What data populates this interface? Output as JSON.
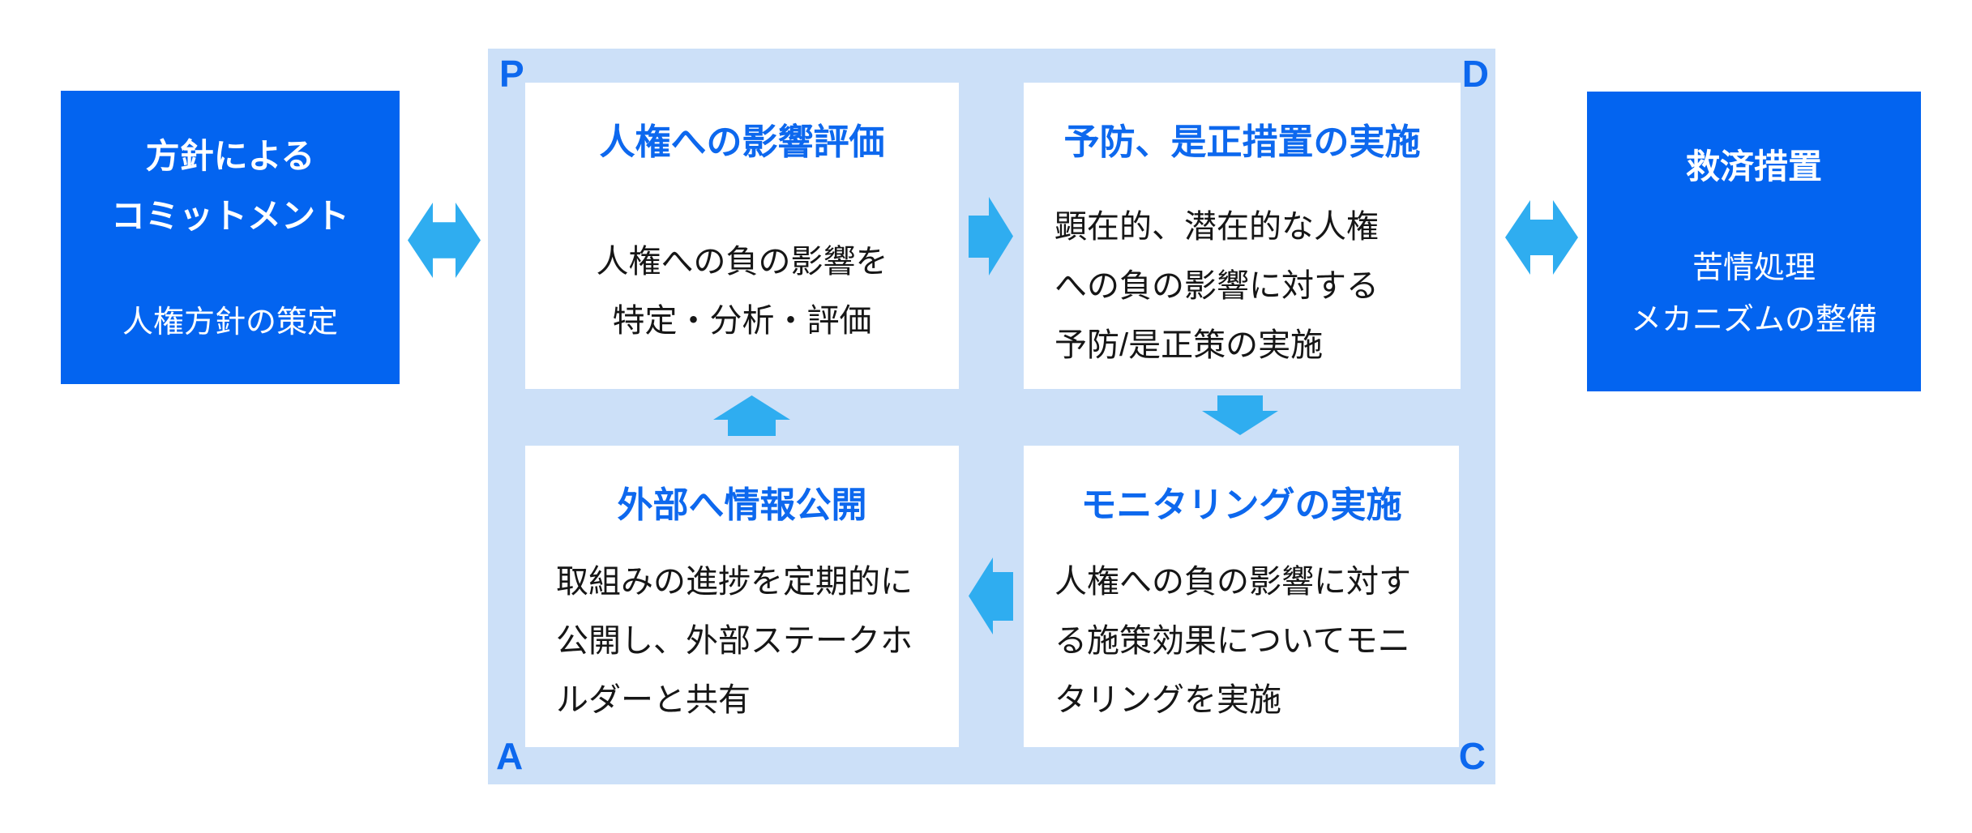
{
  "palette": {
    "deep_blue": "#0364f0",
    "accent_blue": "#0d68ee",
    "arrow_blue": "#2fadf0",
    "panel_blue": "#cce0f8",
    "text_on_blue": "#ffffff",
    "body_text": "#161616"
  },
  "policy_box": {
    "title_line1": "方針による",
    "title_line2": "コミットメント",
    "subtitle": "人権方針の策定"
  },
  "remedy_box": {
    "title": "救済措置",
    "subtitle_line1": "苦情処理",
    "subtitle_line2": "メカニズムの整備"
  },
  "pdca": {
    "corner_labels": {
      "plan": "P",
      "do": "D",
      "check": "C",
      "act": "A"
    },
    "steps": {
      "plan": {
        "title": "人権への影響評価",
        "body_line1": "人権への負の影響を",
        "body_line2": "特定・分析・評価"
      },
      "do": {
        "title": "予防、是正措置の実施",
        "body_line1": "顕在的、潜在的な人権",
        "body_line2": "への負の影響に対する",
        "body_line3": "予防/是正策の実施"
      },
      "check": {
        "title": "モニタリングの実施",
        "body_line1": "人権への負の影響に対す",
        "body_line2": "る施策効果についてモニ",
        "body_line3": "タリングを実施"
      },
      "act": {
        "title": "外部へ情報公開",
        "body_line1": "取組みの進捗を定期的に",
        "body_line2": "公開し、外部ステークホ",
        "body_line3": "ルダーと共有"
      }
    }
  }
}
